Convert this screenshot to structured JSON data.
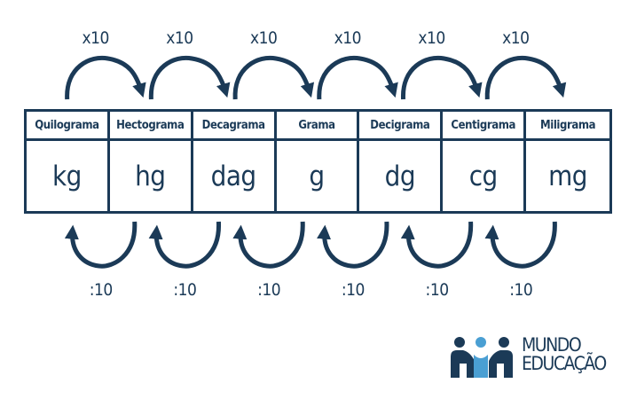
{
  "units": [
    {
      "name": "Quilograma",
      "symbol": "kg"
    },
    {
      "name": "Hectograma",
      "symbol": "hg"
    },
    {
      "name": "Decagrama",
      "symbol": "dag"
    },
    {
      "name": "Grama",
      "symbol": "g"
    },
    {
      "name": "Decigrama",
      "symbol": "dg"
    },
    {
      "name": "Centigrama",
      "symbol": "cg"
    },
    {
      "name": "Miligrama",
      "symbol": "mg"
    }
  ],
  "multiply_label": "x10",
  "divide_label": ":10",
  "logo": {
    "line1": "MUNDO",
    "line2": "EDUCAÇÃO"
  },
  "colors": {
    "primary": "#1b3a57",
    "logo_light": "#4a9fd3",
    "background": "#ffffff"
  }
}
